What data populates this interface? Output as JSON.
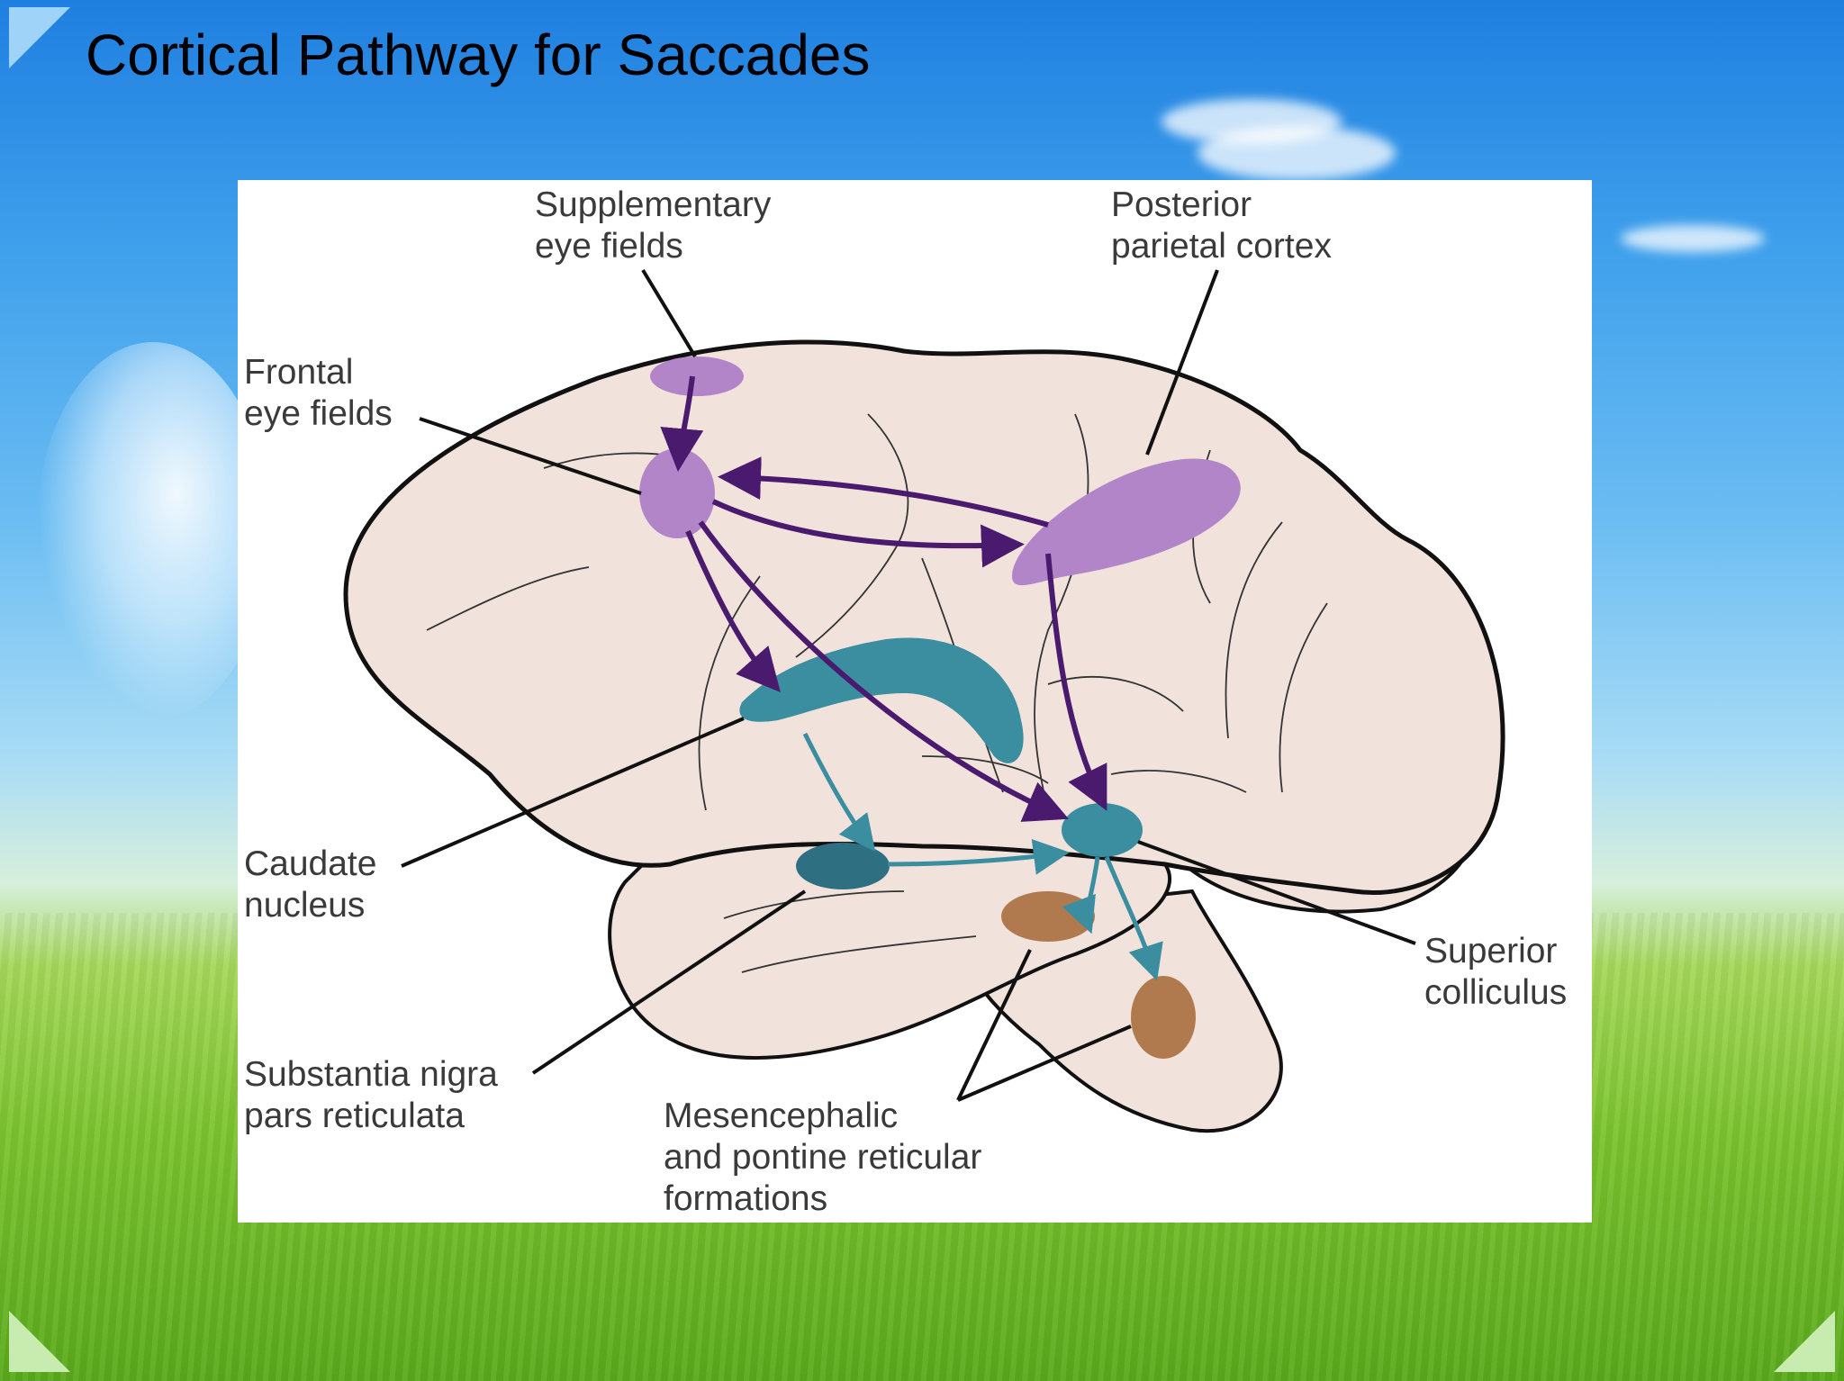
{
  "slide": {
    "title": "Cortical Pathway for Saccades"
  },
  "diagram": {
    "labels": {
      "supplementary_eye_fields": [
        "Supplementary",
        "eye fields"
      ],
      "posterior_parietal_cortex": [
        "Posterior",
        "parietal cortex"
      ],
      "frontal_eye_fields": [
        "Frontal",
        "eye fields"
      ],
      "caudate_nucleus": [
        "Caudate",
        "nucleus"
      ],
      "superior_colliculus": [
        "Superior",
        "colliculus"
      ],
      "substantia_nigra": [
        "Substantia nigra",
        "pars reticulata"
      ],
      "reticular_formations": [
        "Mesencephalic",
        "and pontine reticular",
        "formations"
      ]
    },
    "colors": {
      "brain": "#f1e3dc",
      "cortical_area": "#b285c8",
      "subcortical": "#3b8ea0",
      "substantia_nigra": "#2e6f82",
      "brainstem_nuclei": "#b07a4e",
      "cortical_arrow": "#4a1a6e",
      "subcortical_arrow": "#3b8ea0"
    }
  }
}
